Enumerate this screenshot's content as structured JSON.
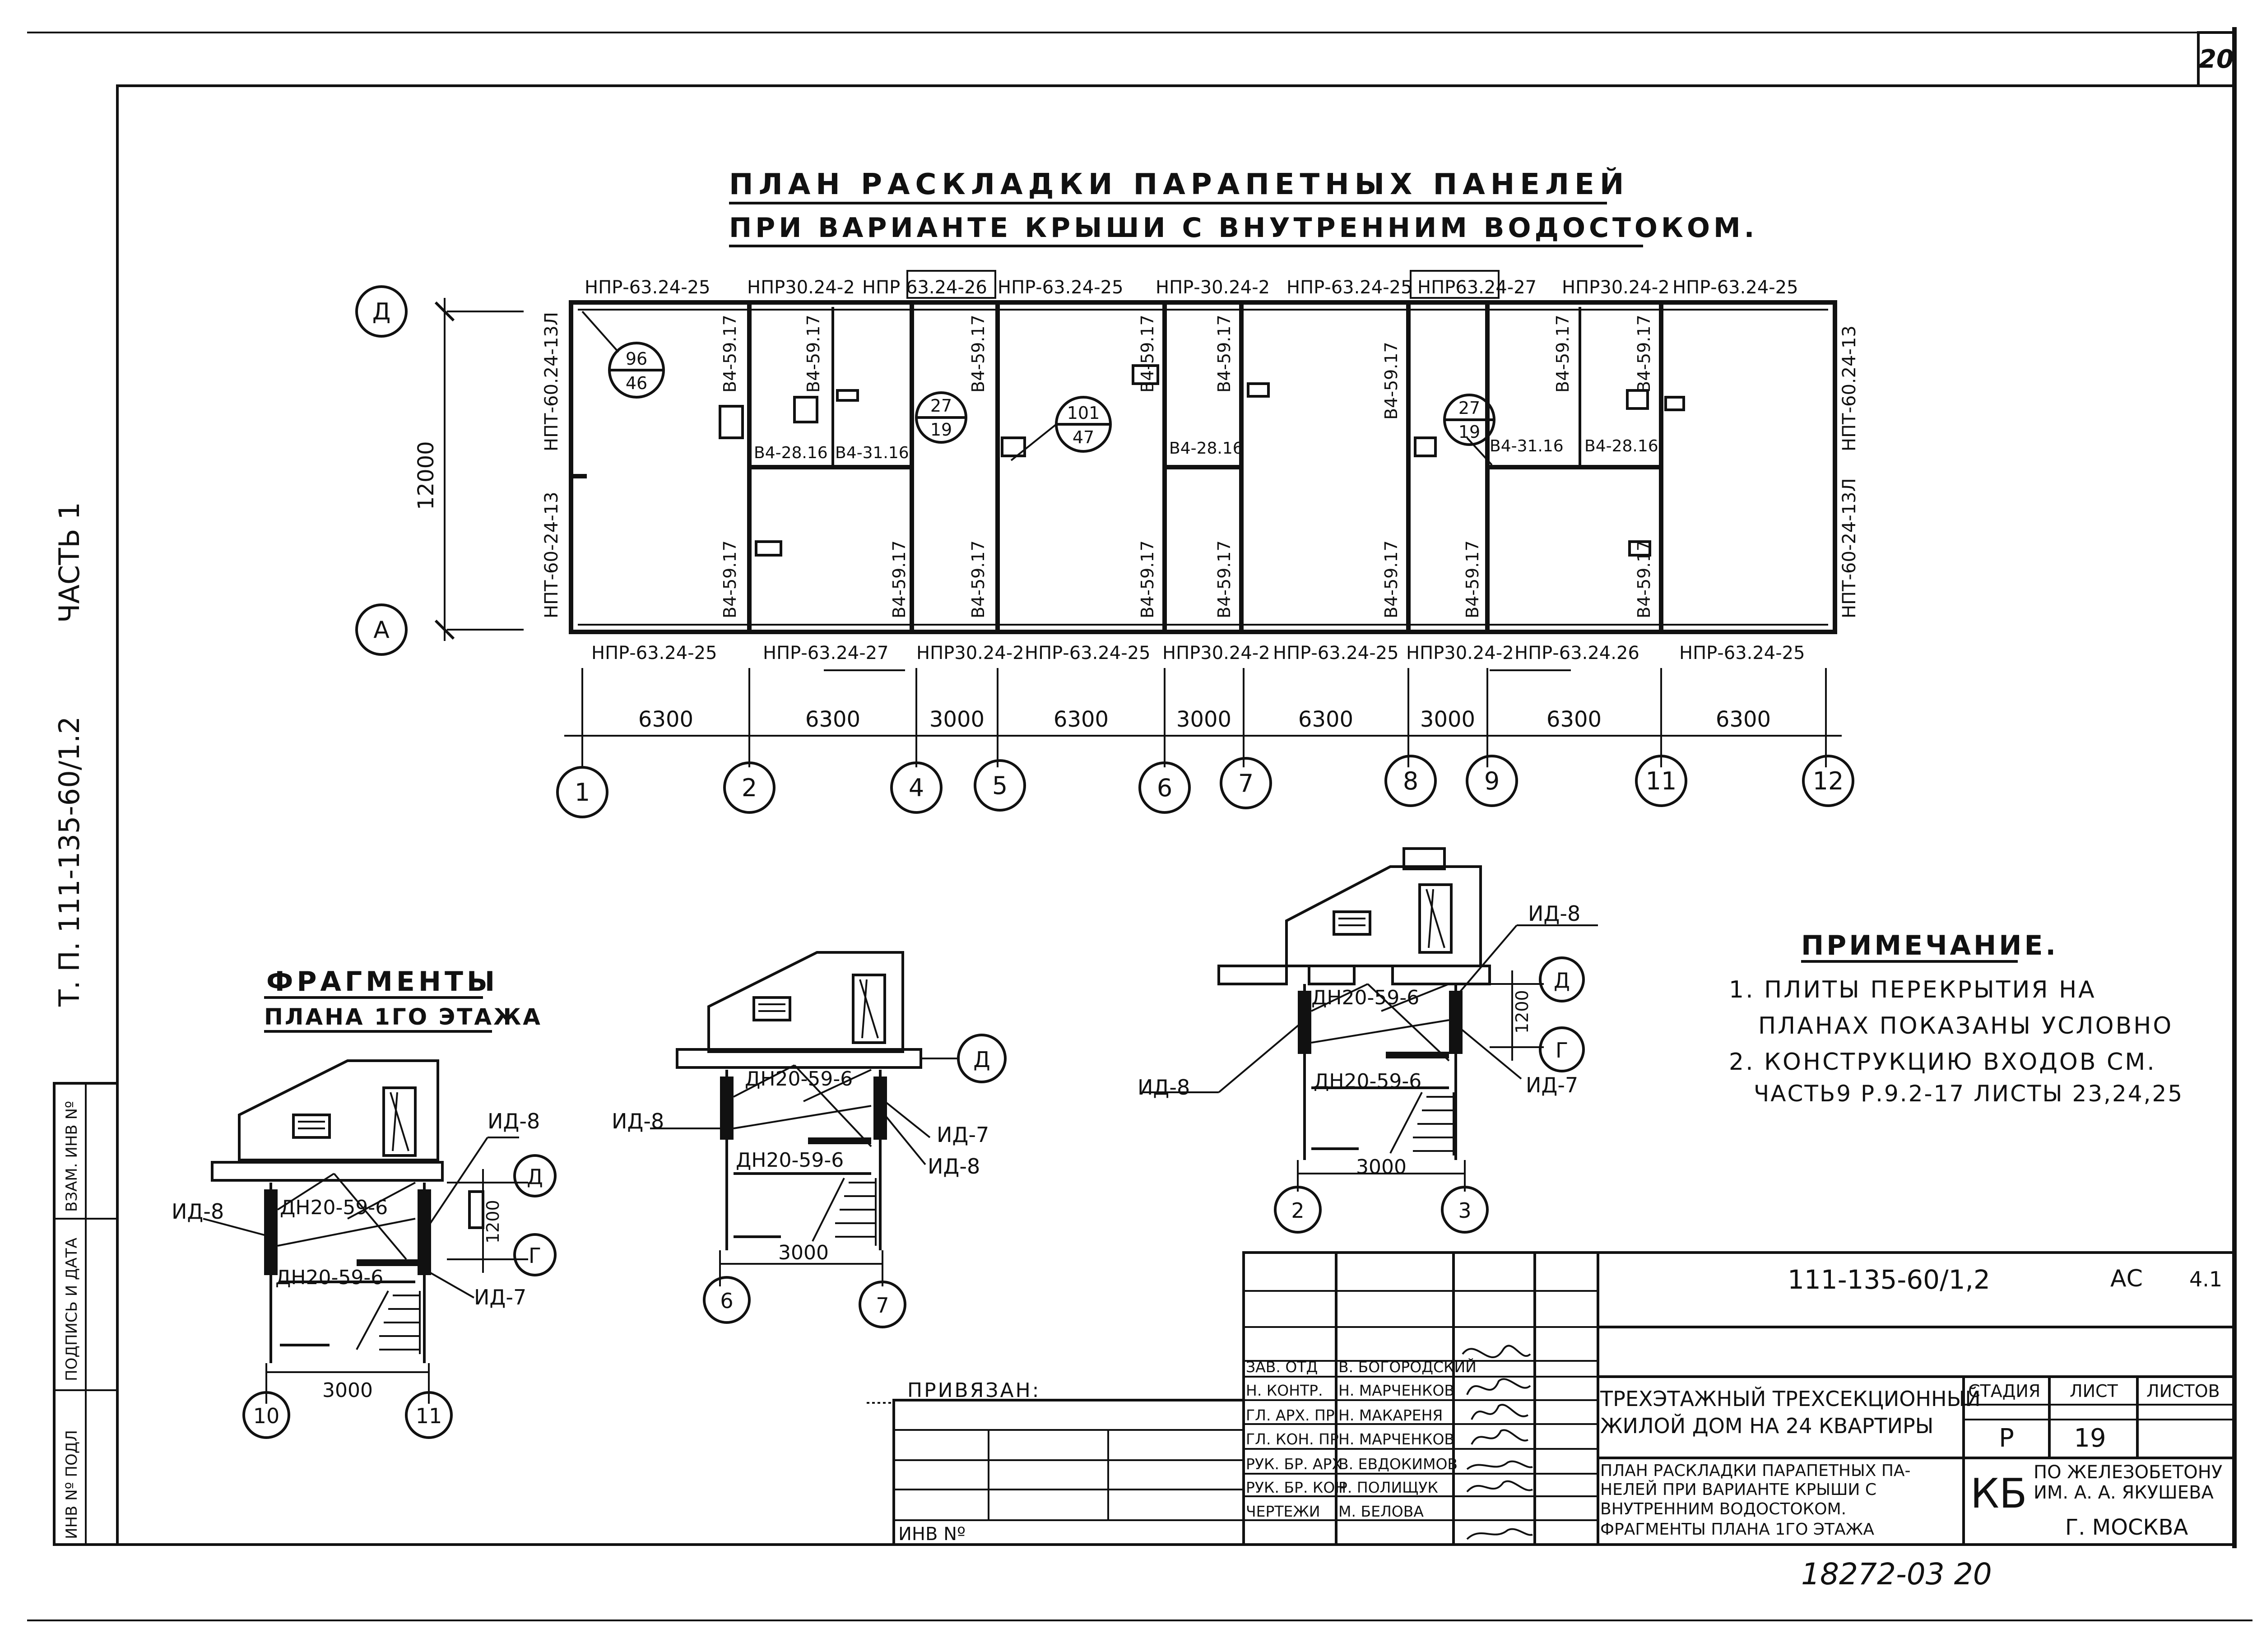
{
  "sheet_number": "20",
  "side_part": "ЧАСТЬ 1",
  "side_doc": "Т. П. 111-135-60/1.2",
  "side_stamp": [
    "ИНВ Nº ПОДЛ",
    "ПОДПИСЬ И ДАТА",
    "ВЗАМ. ИНВ Nº"
  ],
  "main_title": {
    "line1": "ПЛАН РАСКЛАДКИ ПАРАПЕТНЫХ ПАНЕЛЕЙ",
    "line2": "ПРИ ВАРИАНТЕ КРЫШИ С ВНУТРЕННИМ ВОДОСТОКОМ."
  },
  "plan": {
    "dim_height": "12000",
    "axis_top": "Д",
    "axis_bottom": "А",
    "top_labels": [
      "НПР-63.24-25",
      "НПР30.24-2",
      "НПР 63.24-26",
      "НПР-63.24-25",
      "НПР-30.24-2",
      "НПР-63.24-25",
      "НПР63.24-27",
      "НПР30.24-2",
      "НПР-63.24-25"
    ],
    "bottom_labels": [
      "НПР-63.24-25",
      "НПР-63.24-27",
      "НПР30.24-2",
      "НПР-63.24-25",
      "НПР30.24-2",
      "НПР-63.24-25",
      "НПР30.24-2",
      "НПР-63.24.26",
      "НПР-63.24-25"
    ],
    "left_labels": [
      "НПТ-60-24-13",
      "НПТ-60.24-13Л"
    ],
    "right_labels": [
      "НПТ-60-24-13Л",
      "НПТ-60.24-13"
    ],
    "panels_b459": "В4-59.17",
    "panels_misc": [
      "В4-28.16",
      "В4-31.16",
      "В4-28.16",
      "В4-31.16",
      "В4-28.16"
    ],
    "circles": [
      {
        "top": "96",
        "bottom": "46"
      },
      {
        "top": "27",
        "bottom": "19"
      },
      {
        "top": "101",
        "bottom": "47"
      },
      {
        "top": "27",
        "bottom": "19"
      }
    ],
    "spans": [
      "6300",
      "6300",
      "3000",
      "6300",
      "3000",
      "6300",
      "3000",
      "6300",
      "6300"
    ],
    "axes": [
      "1",
      "2",
      "4",
      "5",
      "6",
      "7",
      "8",
      "9",
      "11",
      "12"
    ]
  },
  "fragments": {
    "title1": "ФРАГМЕНТЫ",
    "title2": "ПЛАНА 1ГО ЭТАЖА",
    "door": "ДН20-59-6",
    "id7": "ИД-7",
    "id8": "ИД-8",
    "dim_1200": "1200",
    "dim_3000": "3000",
    "axis_d": "Д",
    "axis_g": "Г",
    "frag1_axes": [
      "10",
      "11"
    ],
    "frag2_axes": [
      "6",
      "7"
    ],
    "frag3_axes": [
      "2",
      "3"
    ]
  },
  "note": {
    "title": "ПРИМЕЧАНИЕ.",
    "lines": [
      "1. ПЛИТЫ ПЕРЕКРЫТИЯ НА",
      "ПЛАНАХ ПОКАЗАНЫ УСЛОВНО",
      "2. КОНСТРУКЦИЮ ВХОДОВ СМ.",
      "ЧАСТЬ9 Р.9.2-17 ЛИСТЫ 23,24,25"
    ]
  },
  "titleblock": {
    "privyazan": "ПРИВЯЗАН:",
    "inv": "ИНВ Nº",
    "doc_code": "111-135-60/1,2",
    "ac": "АС",
    "sheet_code": "4.1",
    "roles": [
      "ЗАВ. ОТД",
      "Н. КОНТР.",
      "ГЛ. АРХ. ПР",
      "ГЛ. КОН. ПР",
      "РУК. БР. АРХ",
      "РУК. БР. КОН",
      "ЧЕРТЕЖИ"
    ],
    "names": [
      "В. БОГОРОДСКИЙ",
      "Н. МАРЧЕНКОВ",
      "Н. МАКАРЕНЯ",
      "Н. МАРЧЕНКОВ",
      "В. ЕВДОКИМОВ",
      "Р. ПОЛИЩУК",
      "М. БЕЛОВА"
    ],
    "project": [
      "ТРЕХЭТАЖНЫЙ ТРЕХСЕКЦИОННЫЙ",
      "ЖИЛОЙ ДОМ НА 24 КВАРТИРЫ"
    ],
    "sheet_desc": [
      "ПЛАН РАСКЛАДКИ ПАРАПЕТНЫХ ПА-",
      "НЕЛЕЙ ПРИ ВАРИАНТЕ КРЫШИ С",
      "ВНУТРЕННИМ ВОДОСТОКОМ.",
      "ФРАГМЕНТЫ ПЛАНА 1ГО ЭТАЖА"
    ],
    "stage_h": "СТАДИЯ",
    "list_h": "ЛИСТ",
    "lists_h": "ЛИСТОВ",
    "stage": "Р",
    "list": "19",
    "kb": "КБ",
    "org": [
      "ПО ЖЕЛЕЗОБЕТОНУ",
      "ИМ. А. А. ЯКУШЕВА"
    ],
    "city": "Г. МОСКВА"
  },
  "archive": "18272-03 20"
}
